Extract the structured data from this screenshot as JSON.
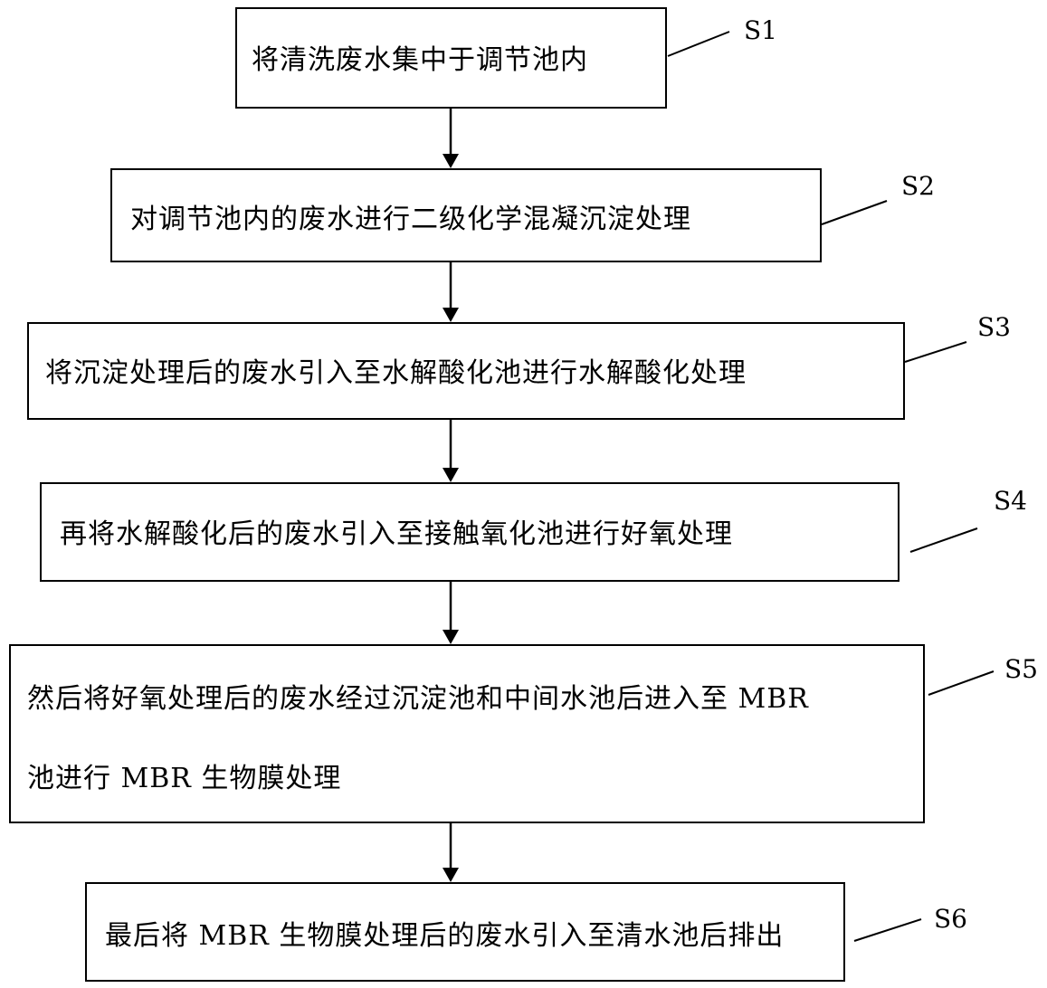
{
  "steps": [
    {
      "label": "S1",
      "text": "将清洗废水集中于调节池内"
    },
    {
      "label": "S2",
      "text": "对调节池内的废水进行二级化学混凝沉淀处理"
    },
    {
      "label": "S3",
      "text": "将沉淀处理后的废水引入至水解酸化池进行水解酸化处理"
    },
    {
      "label": "S4",
      "text": "再将水解酸化后的废水引入至接触氧化池进行好氧处理"
    },
    {
      "label": "S5",
      "text_line1": "然后将好氧处理后的废水经过沉淀池和中间水池后进入至 MBR",
      "text_line2": "池进行 MBR 生物膜处理"
    },
    {
      "label": "S6",
      "text": "最后将 MBR 生物膜处理后的废水引入至清水池后排出"
    }
  ]
}
